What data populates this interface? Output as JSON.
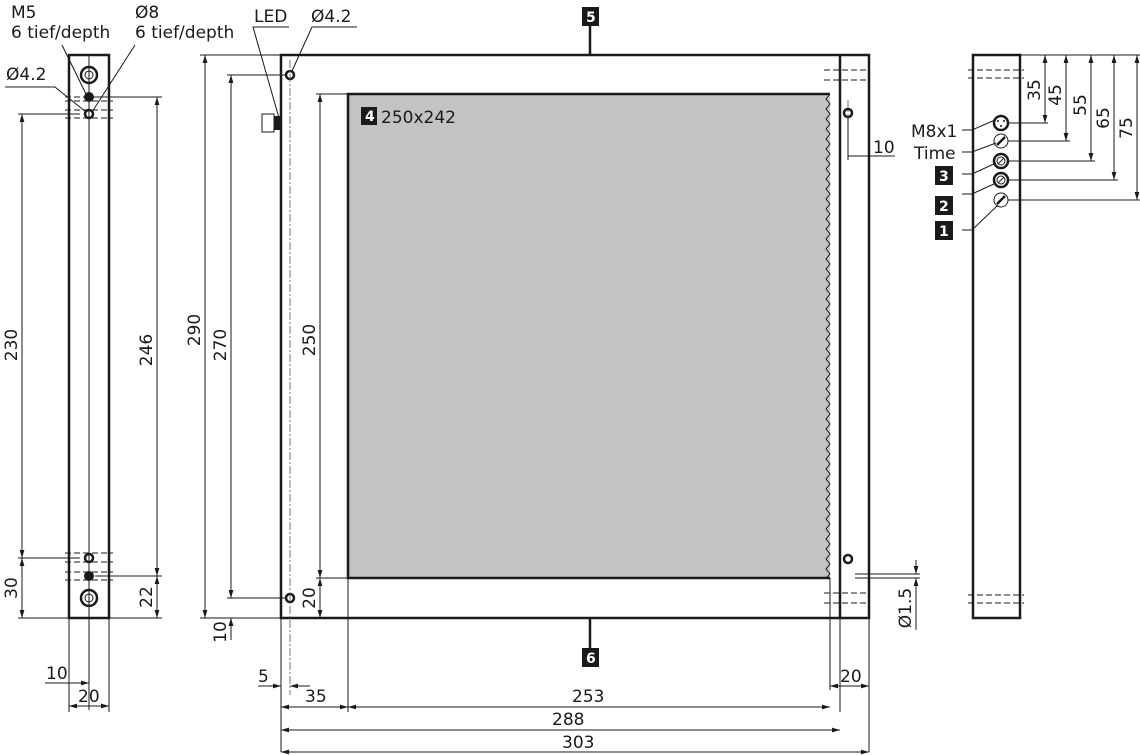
{
  "colors": {
    "panel": "#c3c3c3",
    "line": "#1a1a1a",
    "badge": "#1a1a1a"
  },
  "left_view": {
    "callouts": {
      "m5": "M5",
      "m5_depth": "6 tief/depth",
      "d8": "Ø8",
      "d8_depth": "6 tief/depth",
      "d42": "Ø4.2"
    },
    "dims": {
      "d230": "230",
      "d30": "30",
      "d246": "246",
      "d22": "22",
      "d10": "10",
      "d20": "20"
    }
  },
  "front_view": {
    "callouts": {
      "led": "LED",
      "d42": "Ø4.2",
      "d15": "Ø1.5"
    },
    "badges": {
      "b4": "4",
      "b5": "5",
      "b6": "6"
    },
    "field_size": "250x242",
    "dims": {
      "d290": "290",
      "d270": "270",
      "d250": "250",
      "d20v": "20",
      "d10v": "10",
      "d10h": "10",
      "d5": "5",
      "d35": "35",
      "d253": "253",
      "d288": "288",
      "d303": "303",
      "d20h": "20"
    }
  },
  "right_view": {
    "labels": {
      "m8": "M8x1",
      "time": "Time",
      "b3": "3",
      "b2": "2",
      "b1": "1"
    },
    "dims": {
      "d35": "35",
      "d45": "45",
      "d55": "55",
      "d65": "65",
      "d75": "75"
    }
  }
}
